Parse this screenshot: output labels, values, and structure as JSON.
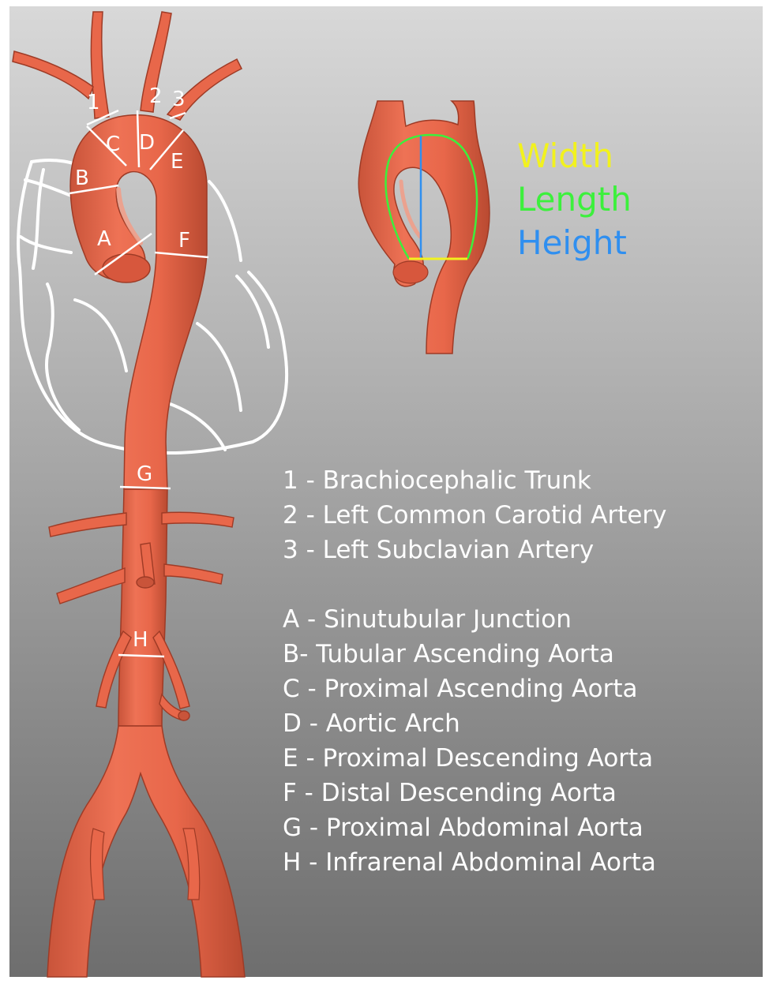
{
  "segment_labels": [
    {
      "id": "1",
      "text": "1"
    },
    {
      "id": "2",
      "text": "2"
    },
    {
      "id": "3",
      "text": "3"
    },
    {
      "id": "A",
      "text": "A"
    },
    {
      "id": "B",
      "text": "B"
    },
    {
      "id": "C",
      "text": "C"
    },
    {
      "id": "D",
      "text": "D"
    },
    {
      "id": "E",
      "text": "E"
    },
    {
      "id": "F",
      "text": "F"
    },
    {
      "id": "G",
      "text": "G"
    },
    {
      "id": "H",
      "text": "H"
    }
  ],
  "measurements": {
    "width": {
      "text": "Width",
      "color": "#f2f21e"
    },
    "length": {
      "text": "Length",
      "color": "#3cf03c"
    },
    "height": {
      "text": "Height",
      "color": "#2f8ff0"
    }
  },
  "legend": {
    "branches": [
      "1 - Brachiocephalic Trunk",
      "2 - Left Common Carotid Artery",
      "3 - Left Subclavian Artery"
    ],
    "segments": [
      "A - Sinutubular Junction",
      "B- Tubular Ascending Aorta",
      "C - Proximal Ascending Aorta",
      "D - Aortic Arch",
      "E - Proximal Descending Aorta",
      "F - Distal Descending Aorta",
      "G - Proximal Abdominal Aorta",
      "H - Infrarenal Abdominal Aorta"
    ]
  },
  "colors": {
    "aorta": "#e8674a",
    "aorta_shadow": "#c04c33",
    "aorta_highlight": "#f59a82",
    "heart_outline": "#ffffff"
  }
}
